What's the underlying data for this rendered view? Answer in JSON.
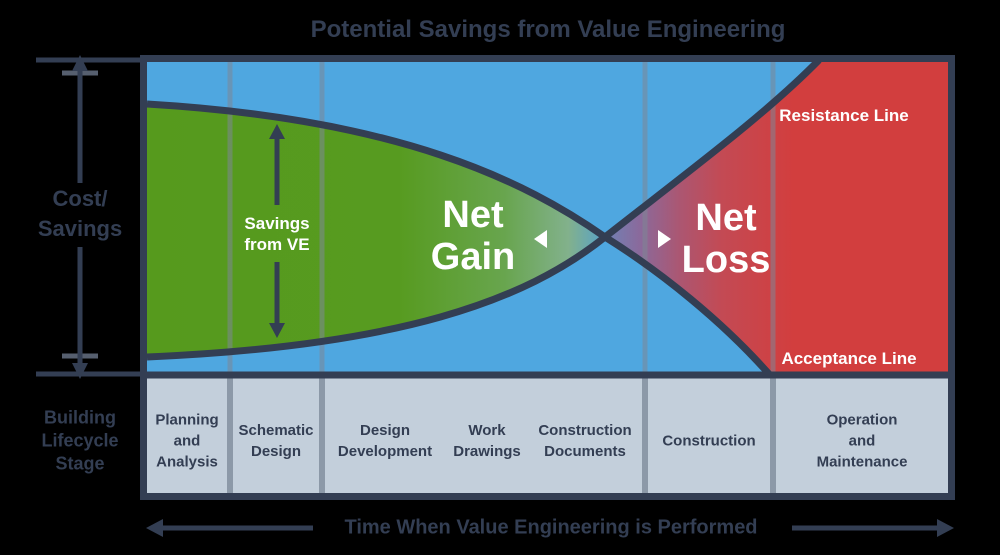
{
  "title": "Potential Savings from Value Engineering",
  "colors": {
    "navy": "#333e53",
    "plot_blue": "#4fa7e0",
    "gain_green": "#579a1e",
    "loss_red": "#d23e3e",
    "band_gray_blue": "#c3cfdb",
    "label_white": "#ffffff"
  },
  "y_axis": {
    "label": "Cost/\nSavings"
  },
  "x_axis": {
    "label": "Building\nLifecycle\nStage",
    "arrow_label": "Time When Value Engineering is Performed"
  },
  "chart": {
    "regions": {
      "net_gain": "Net\nGain",
      "net_loss": "Net\nLoss",
      "savings_annotation": "Savings\nfrom VE"
    },
    "lines": {
      "resistance": "Resistance Line",
      "acceptance": "Acceptance Line"
    },
    "phases": [
      "Planning\nand\nAnalysis",
      "Schematic\nDesign",
      "Design\nDevelopment",
      "Work\nDrawings",
      "Construction\nDocuments",
      "Construction",
      "Operation\nand\nMaintenance"
    ]
  }
}
